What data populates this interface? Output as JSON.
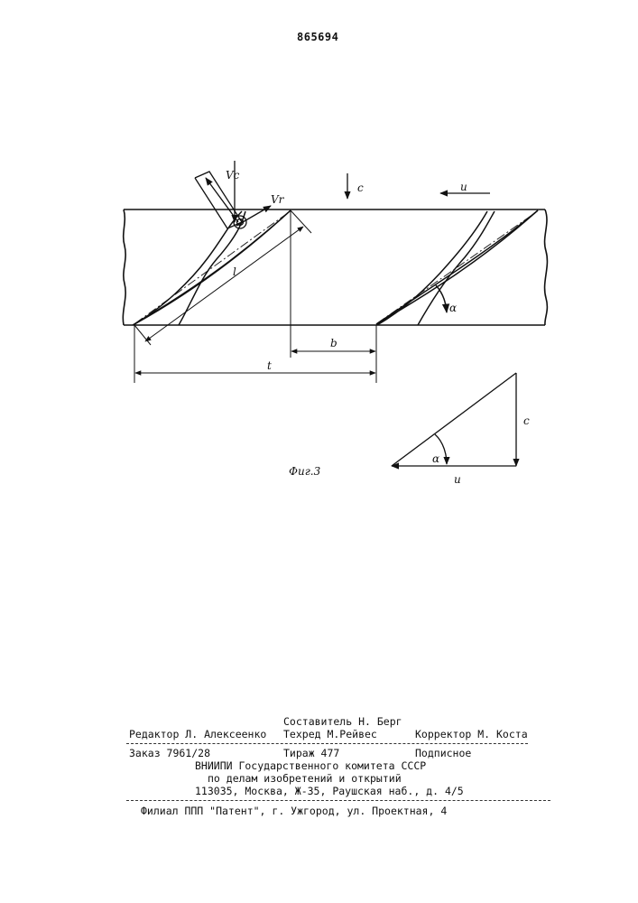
{
  "document": {
    "patent_number": "865694",
    "figure_caption": "Фиг.3",
    "figure_labels": {
      "vc": "Vc",
      "vr": "Vr",
      "c_top": "c",
      "u_top": "u",
      "l": "l",
      "alpha_main": "α",
      "b": "b",
      "t": "t",
      "c_triangle": "c",
      "u_triangle": "u",
      "alpha_triangle": "α"
    }
  },
  "footer": {
    "compiler": "Составитель Н. Берг",
    "editor": "Редактор Л. Алексеенко",
    "techred": "Техред М.Рейвес",
    "corrector": "Корректор М. Коста",
    "order": "Заказ 7961/28",
    "circulation": "Тираж 477",
    "subscription": "Подписное",
    "institute_line1": "ВНИИПИ Государственного комитета СССР",
    "institute_line2": "по делам изобретений и открытий",
    "address": "113035, Москва, Ж-35, Раушская наб., д. 4/5",
    "branch": "Филиал ППП \"Патент\", г. Ужгород, ул. Проектная, 4"
  }
}
